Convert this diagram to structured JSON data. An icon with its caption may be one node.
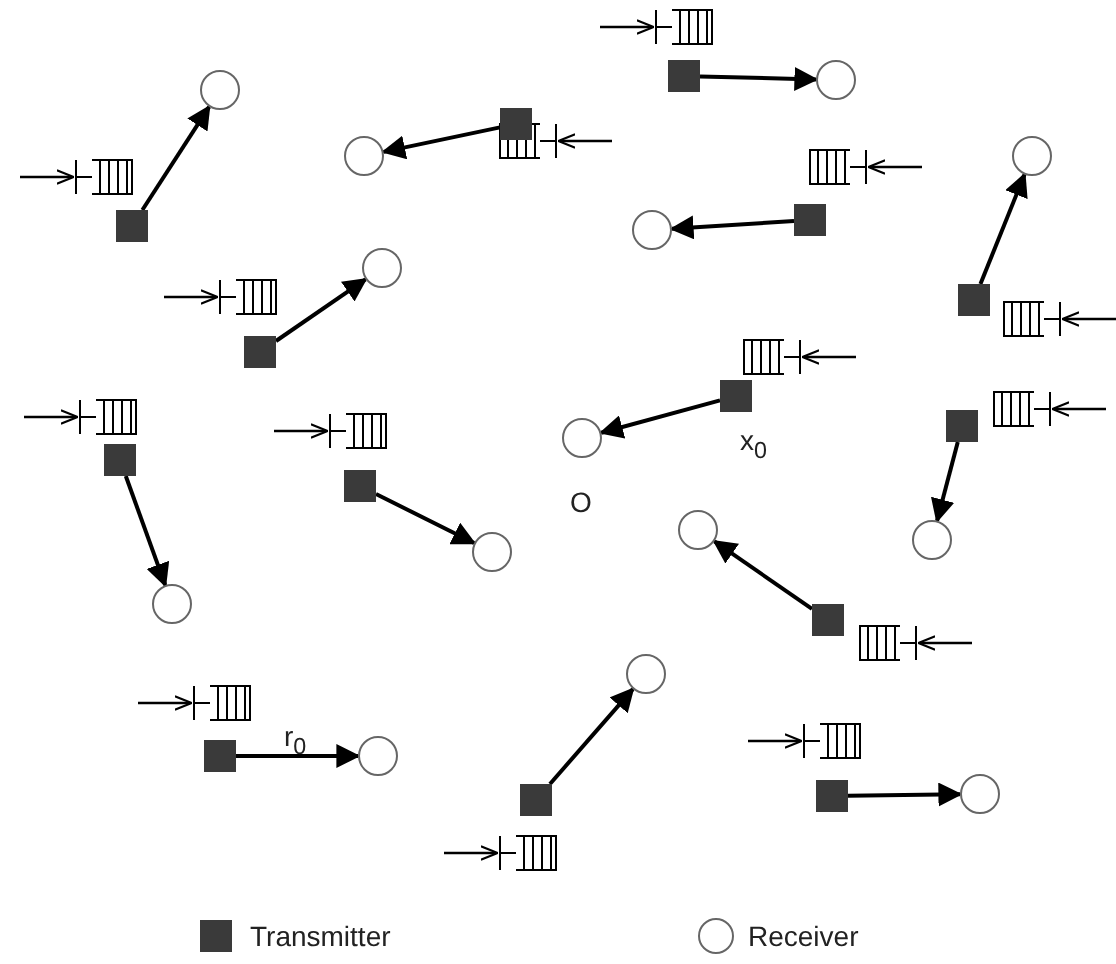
{
  "diagram": {
    "nodes": [
      {
        "text": [],
        "shape": "box"
      },
      {
        "text": [],
        "shape": "circle"
      },
      {
        "text": [],
        "shape": "box"
      },
      {
        "text": [],
        "shape": "circle"
      },
      {
        "text": [],
        "shape": "box"
      },
      {
        "text": [],
        "shape": "circle"
      },
      {
        "text": [],
        "shape": "box"
      },
      {
        "text": [],
        "shape": "circle"
      },
      {
        "text": [],
        "shape": "box"
      },
      {
        "text": [],
        "shape": "circle"
      },
      {
        "text": [],
        "shape": "box"
      },
      {
        "text": [],
        "shape": "circle"
      },
      {
        "text": [],
        "shape": "box"
      },
      {
        "text": [],
        "shape": "circle"
      },
      {
        "text": [],
        "shape": "box"
      },
      {
        "text": [],
        "shape": "circle"
      },
      {
        "text": [],
        "shape": "box"
      },
      {
        "text": [],
        "shape": "circle"
      },
      {
        "text": [],
        "shape": "box"
      },
      {
        "text": [],
        "shape": "circle"
      },
      {
        "text": [],
        "shape": "box"
      },
      {
        "text": [],
        "shape": "circle"
      },
      {
        "text": [],
        "shape": "box"
      },
      {
        "text": [],
        "shape": "circle"
      },
      {
        "text": [],
        "shape": "box"
      },
      {
        "text": [],
        "shape": "circle"
      },
      {
        "text": [],
        "shape": "box"
      },
      {
        "text": [],
        "shape": "circle"
      }
    ],
    "edges": [
      {
        "from": 0,
        "to": 1,
        "arrow": "to"
      },
      {
        "from": 2,
        "to": 3,
        "arrow": "to"
      },
      {
        "from": 4,
        "to": 5,
        "arrow": "to"
      },
      {
        "from": 6,
        "to": 7,
        "arrow": "to"
      },
      {
        "from": 8,
        "to": 9,
        "arrow": "to"
      },
      {
        "from": 10,
        "to": 11,
        "arrow": "to"
      },
      {
        "from": 12,
        "to": 13,
        "arrow": "to"
      },
      {
        "from": 14,
        "to": 15,
        "arrow": "to"
      },
      {
        "from": 16,
        "to": 17,
        "arrow": "to"
      },
      {
        "from": 18,
        "to": 19,
        "arrow": "to"
      },
      {
        "from": 20,
        "to": 21,
        "arrow": "to"
      },
      {
        "from": 22,
        "to": 23,
        "arrow": "to"
      },
      {
        "from": 24,
        "to": 25,
        "arrow": "to"
      },
      {
        "from": 26,
        "to": 27,
        "arrow": "to"
      }
    ],
    "labels": [
      "O",
      "x$_{0}$",
      "r$_{0}$"
    ],
    "legend": [
      {
        "text": "Transmitter"
      },
      {
        "text": "Receiver"
      }
    ]
  }
}
